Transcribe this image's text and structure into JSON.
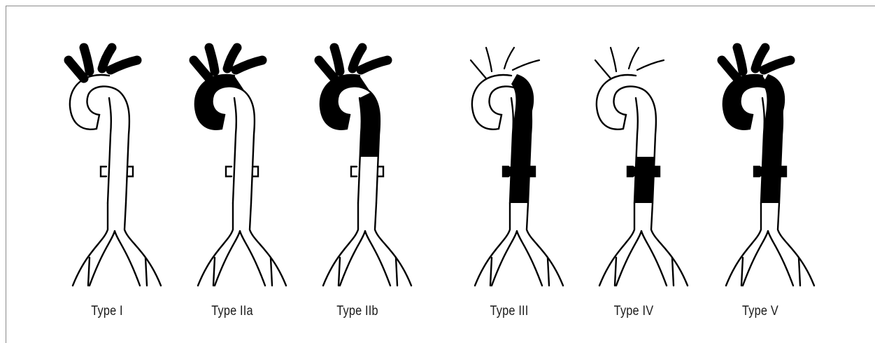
{
  "figure": {
    "panels": [
      {
        "label": "Type I",
        "fill": {
          "branches": true,
          "ascending": false,
          "lower": null,
          "descending_to": null
        }
      },
      {
        "label": "Type IIa",
        "fill": {
          "branches": true,
          "ascending": true,
          "lower": null,
          "descending_to": null
        }
      },
      {
        "label": "Type IIb",
        "fill": {
          "branches": true,
          "ascending": true,
          "lower": null,
          "descending_to": "mid"
        }
      },
      {
        "label": "Type III",
        "fill": {
          "branches": false,
          "ascending": false,
          "lower": "from-arch",
          "descending_to": "iliac"
        }
      },
      {
        "label": "Type IV",
        "fill": {
          "branches": false,
          "ascending": false,
          "lower": "from-mid",
          "descending_to": "iliac"
        }
      },
      {
        "label": "Type V",
        "fill": {
          "branches": true,
          "ascending": true,
          "lower": "from-arch",
          "descending_to": "iliac"
        }
      }
    ],
    "colors": {
      "stroke": "#000000",
      "fill": "#000000",
      "background": "#ffffff",
      "frame": "#8a8a8a",
      "text": "#1a1a1a"
    }
  }
}
